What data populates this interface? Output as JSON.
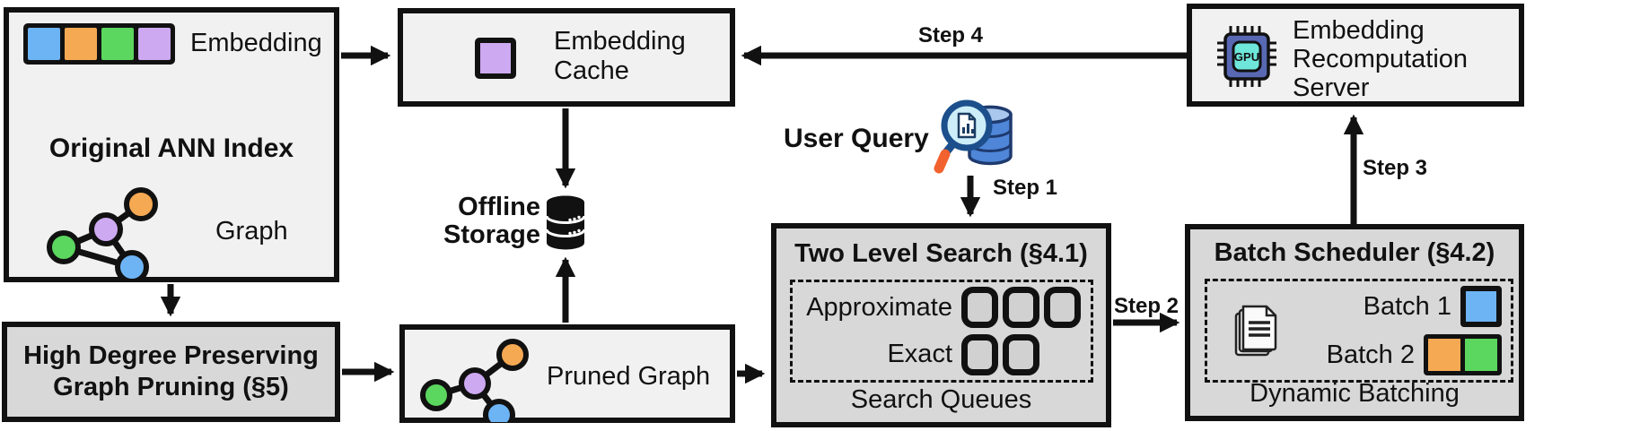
{
  "palette": {
    "blue": "#6db4f5",
    "orange": "#f6a953",
    "green": "#5bd65e",
    "purple": "#cda9f1",
    "light_box_fill": "#f1f1f1",
    "gray_box_fill": "#d8d8d8",
    "outline": "#111111"
  },
  "ann_index": {
    "title": "Original ANN Index",
    "embedding_label": "Embedding",
    "graph_label": "Graph"
  },
  "graph_pruning": {
    "line1": "High Degree Preserving",
    "line2": "Graph Pruning (§5)"
  },
  "embedding_cache": {
    "line1": "Embedding",
    "line2": "Cache"
  },
  "offline_storage": {
    "line1": "Offline",
    "line2": "Storage"
  },
  "pruned_graph": {
    "label": "Pruned Graph"
  },
  "user_query": {
    "label": "User Query"
  },
  "two_level_search": {
    "title": "Two Level Search (§4.1)",
    "approximate_label": "Approximate",
    "exact_label": "Exact",
    "caption": "Search Queues"
  },
  "batch_scheduler": {
    "title": "Batch Scheduler (§4.2)",
    "batch1_label": "Batch 1",
    "batch2_label": "Batch 2",
    "caption": "Dynamic Batching"
  },
  "recomputation_server": {
    "line1": "Embedding",
    "line2": "Recomputation",
    "line3": "Server",
    "gpu_label": "GPU"
  },
  "steps": {
    "step1": "Step 1",
    "step2": "Step 2",
    "step3": "Step 3",
    "step4": "Step 4"
  }
}
